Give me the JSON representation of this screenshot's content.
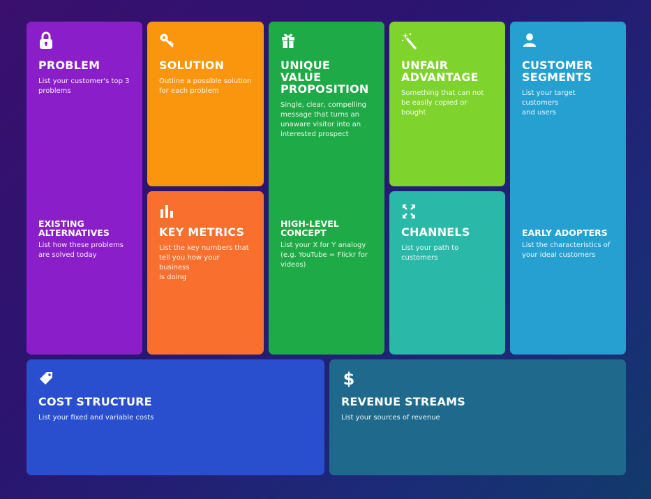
{
  "canvas": {
    "problem": {
      "icon": "lock-icon",
      "title": "PROBLEM",
      "desc": "List your customer's top 3\nproblems",
      "sub_title": "EXISTING\nALTERNATIVES",
      "sub_desc": "List how these problems\nare solved today",
      "color": "#8a1fc9"
    },
    "solution": {
      "icon": "key-icon",
      "title": "SOLUTION",
      "desc": "Outline a possible solution\nfor each problem",
      "color": "#f9960d"
    },
    "key_metrics": {
      "icon": "bar-chart-icon",
      "title": "KEY METRICS",
      "desc": "List the key numbers that\ntell you how your business\nis doing",
      "color": "#f86f2e"
    },
    "uvp": {
      "icon": "gift-icon",
      "title": "UNIQUE VALUE\nPROPOSITION",
      "desc": "Single, clear, compelling\nmessage that turns an\nunaware visitor into an\ninterested prospect",
      "sub_title": "HIGH-LEVEL\nCONCEPT",
      "sub_desc": "List your X for Y analogy\n(e.g. YouTube = Flickr for\nvideos)",
      "color": "#1eaa46"
    },
    "unfair_advantage": {
      "icon": "magic-wand-icon",
      "title": "UNFAIR\nADVANTAGE",
      "desc": "Something that can not\nbe easily copied or\nbought",
      "color": "#7fd32d"
    },
    "channels": {
      "icon": "expand-arrows-icon",
      "title": "CHANNELS",
      "desc": "List your path to\ncustomers",
      "color": "#2ab9a8"
    },
    "customer_segments": {
      "icon": "user-icon",
      "title": "CUSTOMER\nSEGMENTS",
      "desc": "List your target customers\nand users",
      "sub_title": "EARLY ADOPTERS",
      "sub_desc": "List the characteristics of\nyour ideal customers",
      "color": "#25a0d1"
    },
    "cost_structure": {
      "icon": "price-tag-icon",
      "title": "COST STRUCTURE",
      "desc": "List your fixed and variable costs",
      "color": "#2a4fce"
    },
    "revenue_streams": {
      "icon": "dollar-icon",
      "title": "REVENUE STREAMS",
      "desc": "List your sources of revenue",
      "color": "#1f6a8c"
    }
  }
}
